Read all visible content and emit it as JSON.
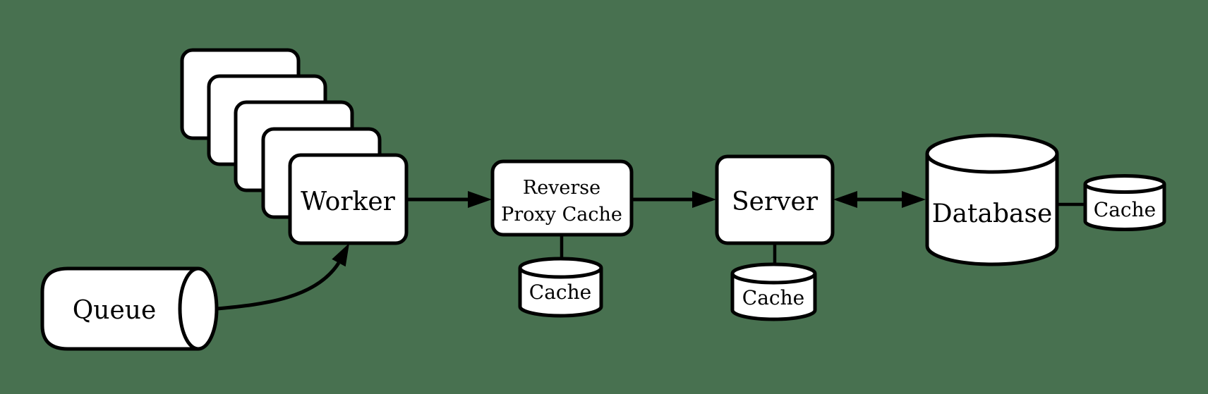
{
  "diagram": {
    "title": "worker-queue-cache-architecture",
    "colors": {
      "background": "#487150",
      "stroke": "#000000",
      "node_fill": "#ffffff",
      "text": "#000000"
    },
    "nodes": [
      {
        "id": "queue",
        "label": "Queue",
        "shape": "horizontal-cylinder"
      },
      {
        "id": "worker",
        "label": "Worker",
        "shape": "stacked-rounded-rectangles",
        "stack_count": 5
      },
      {
        "id": "reverse-proxy-cache",
        "label": "Reverse Proxy Cache",
        "shape": "rounded-rectangle"
      },
      {
        "id": "reverse-proxy-cache-cache",
        "label": "Cache",
        "shape": "vertical-cylinder"
      },
      {
        "id": "server",
        "label": "Server",
        "shape": "rounded-rectangle"
      },
      {
        "id": "server-cache",
        "label": "Cache",
        "shape": "vertical-cylinder"
      },
      {
        "id": "database",
        "label": "Database",
        "shape": "vertical-cylinder"
      },
      {
        "id": "database-cache",
        "label": "Cache",
        "shape": "vertical-cylinder"
      }
    ],
    "edges": [
      {
        "from": "queue",
        "to": "worker",
        "style": "curved-arrow",
        "direction": "one-way"
      },
      {
        "from": "worker",
        "to": "reverse-proxy-cache",
        "style": "straight-arrow",
        "direction": "one-way"
      },
      {
        "from": "reverse-proxy-cache",
        "to": "server",
        "style": "straight-arrow",
        "direction": "one-way"
      },
      {
        "from": "server",
        "to": "database",
        "style": "straight-arrow",
        "direction": "two-way"
      },
      {
        "from": "reverse-proxy-cache",
        "to": "reverse-proxy-cache-cache",
        "style": "plain-line"
      },
      {
        "from": "server",
        "to": "server-cache",
        "style": "plain-line"
      },
      {
        "from": "database",
        "to": "database-cache",
        "style": "plain-line"
      }
    ]
  },
  "labels": {
    "queue": "Queue",
    "worker": "Worker",
    "reverse_proxy_line1": "Reverse",
    "reverse_proxy_line2": "Proxy Cache",
    "rpc_cache": "Cache",
    "server": "Server",
    "server_cache": "Cache",
    "database": "Database",
    "database_cache": "Cache"
  }
}
